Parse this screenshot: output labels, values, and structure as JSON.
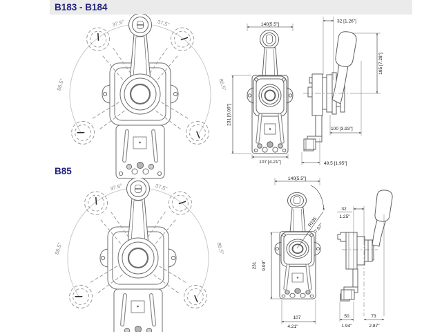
{
  "page": {
    "background": "#ffffff",
    "header_bg": "#ebebeb",
    "title_color": "#22227c"
  },
  "sections": {
    "b183": {
      "title": "B183 - B184",
      "swing": {
        "top_left_angle": "37.5°",
        "top_right_angle": "37.5°",
        "left_angle": "86.5°",
        "right_angle": "86.5°"
      },
      "front": {
        "width": "140[5.5\"]",
        "height": "231 [9.09\"]",
        "base": "107 [4.21\"]"
      },
      "side": {
        "top": "32 [1.26\"]",
        "height": "185 [7.28\"]",
        "depth": "100 [3.93\"]",
        "bottom": "49.5 [1.95\"]"
      }
    },
    "b85": {
      "title": "B85",
      "swing": {
        "top_left_angle": "37.5°",
        "top_right_angle": "37.5°",
        "left_angle": "86.5°",
        "right_angle": "86.5°"
      },
      "front": {
        "width": "140[5.5\"]",
        "radius_mm": "R195",
        "radius_in": "7.67\"",
        "height_mm": "231",
        "height_in": "9.09\"",
        "base_mm": "107",
        "base_in": "4.21\""
      },
      "side": {
        "top_mm": "32",
        "top_in": "1.25\"",
        "mount_mm": "50",
        "mount_in": "1.94\"",
        "depth_mm": "73",
        "depth_in": "2.87\""
      }
    }
  }
}
